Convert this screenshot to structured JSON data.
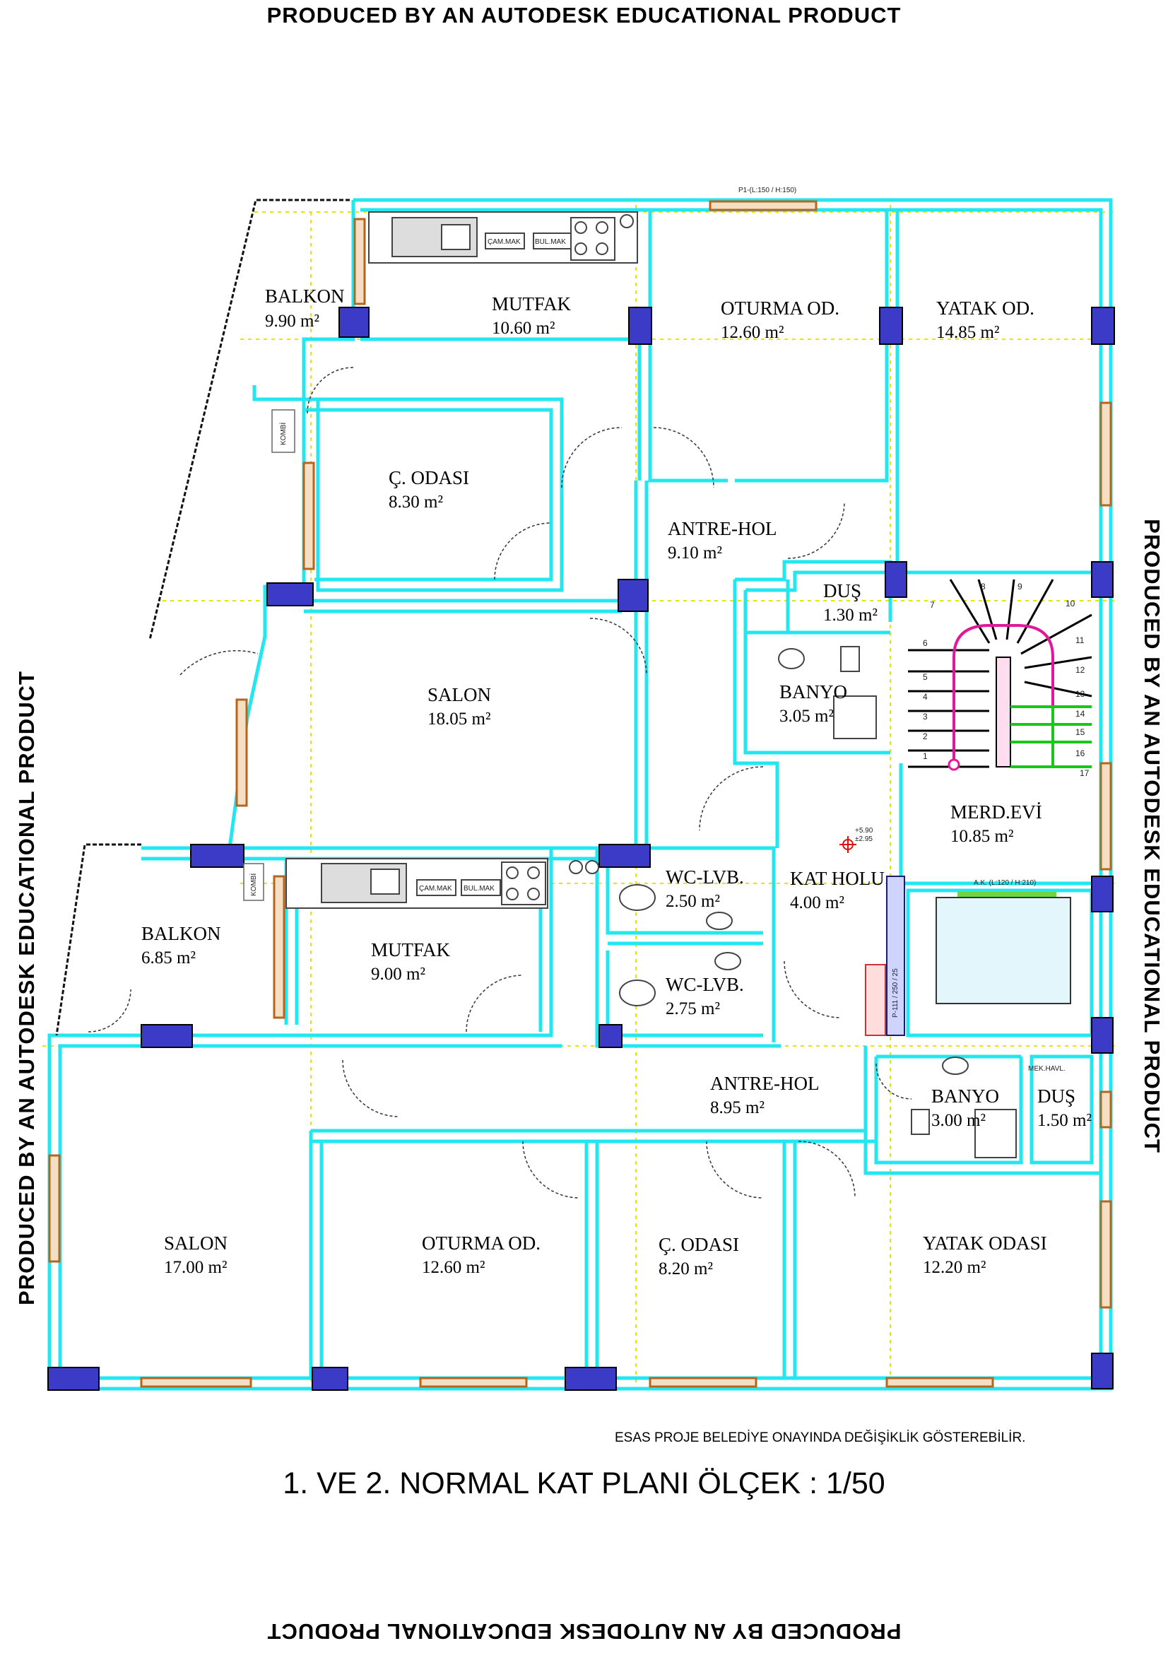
{
  "watermark": "PRODUCED BY AN AUTODESK EDUCATIONAL PRODUCT",
  "colors": {
    "wall": "#22e6f0",
    "column": "#3b3bc8",
    "window": "#b5651d",
    "door_swing": "#333333",
    "stair_rail": "#e0189a",
    "stair_landing": "#18c818",
    "dotted": "#e6e600"
  },
  "rooms": [
    {
      "name": "BALKON",
      "area": "9.90 m²"
    },
    {
      "name": "MUTFAK",
      "area": "10.60 m²"
    },
    {
      "name": "OTURMA OD.",
      "area": "12.60 m²"
    },
    {
      "name": "YATAK OD.",
      "area": "14.85 m²"
    },
    {
      "name": "Ç. ODASI",
      "area": "8.30 m²"
    },
    {
      "name": "ANTRE-HOL",
      "area": "9.10 m²"
    },
    {
      "name": "DUŞ",
      "area": "1.30 m²"
    },
    {
      "name": "SALON",
      "area": "18.05 m²"
    },
    {
      "name": "BANYO",
      "area": "3.05 m²"
    },
    {
      "name": "MERD.EVİ",
      "area": "10.85 m²"
    },
    {
      "name": "BALKON",
      "area": "6.85 m²"
    },
    {
      "name": "MUTFAK",
      "area": "9.00 m²"
    },
    {
      "name": "WC-LVB.",
      "area": "2.50 m²"
    },
    {
      "name": "KAT HOLU",
      "area": "4.00 m²"
    },
    {
      "name": "WC-LVB.",
      "area": "2.75 m²"
    },
    {
      "name": "ANTRE-HOL",
      "area": "8.95 m²"
    },
    {
      "name": "BANYO",
      "area": "3.00 m²"
    },
    {
      "name": "DUŞ",
      "area": "1.50 m²"
    },
    {
      "name": "SALON",
      "area": "17.00 m²"
    },
    {
      "name": "OTURMA OD.",
      "area": "12.60 m²"
    },
    {
      "name": "Ç. ODASI",
      "area": "8.20 m²"
    },
    {
      "name": "YATAK ODASI",
      "area": "12.20 m²"
    }
  ],
  "labels": {
    "cam_mak": "ÇAM.MAK",
    "bul_mak": "BUL.MAK",
    "kombi": "KOMBİ",
    "mek_havl": "MEK.HAVL.",
    "window_top": "P1-(L:150 / H:150)",
    "elevator_door": "A.K. (L:120 / H:210)",
    "shaft": "P-111 / 250 / 25",
    "level_1": "+5.90",
    "level_2": "±2.95"
  },
  "stair_steps": [
    "1",
    "2",
    "3",
    "4",
    "5",
    "6",
    "7",
    "8",
    "9",
    "10",
    "11",
    "12",
    "13",
    "14",
    "15",
    "16",
    "17"
  ],
  "note": "ESAS PROJE BELEDİYE ONAYINDA DEĞİŞİKLİK GÖSTEREBİLİR.",
  "title": "1. VE 2. NORMAL  KAT PLANI ÖLÇEK : 1/50"
}
